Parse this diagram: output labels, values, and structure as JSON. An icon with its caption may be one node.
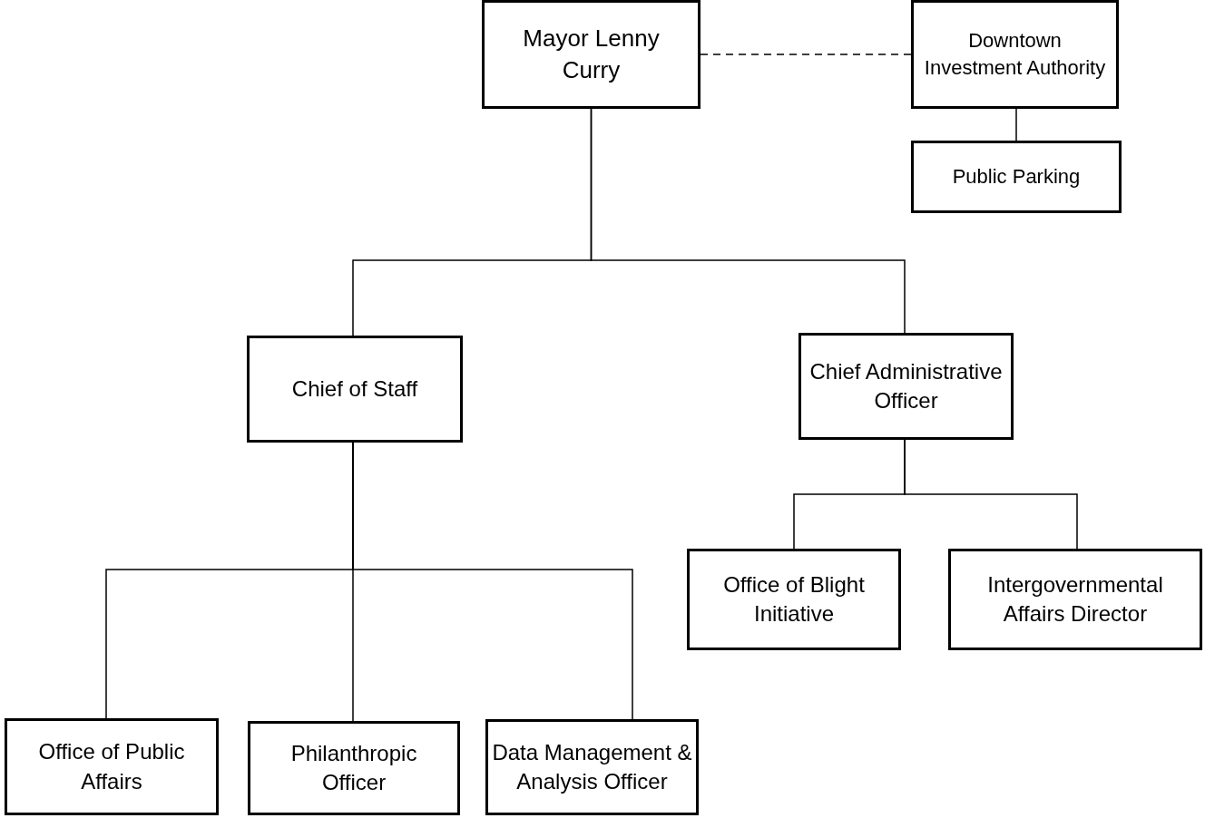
{
  "diagram": {
    "nodes": [
      {
        "text": [
          "Mayor Lenny Curry"
        ]
      },
      {
        "text": [
          "Downtown Investment Authority"
        ]
      },
      {
        "text": [
          "Public Parking"
        ]
      },
      {
        "text": [
          "Chief of Staff"
        ]
      },
      {
        "text": [
          "Chief Administrative Officer"
        ]
      },
      {
        "text": [
          "Office of Blight Initiative"
        ]
      },
      {
        "text": [
          "Intergovernmental Affairs Director"
        ]
      },
      {
        "text": [
          "Office of Public Affairs"
        ]
      },
      {
        "text": [
          "Philanthropic Officer"
        ]
      },
      {
        "text": [
          "Data Management & Analysis Officer"
        ]
      }
    ],
    "edges": [
      {
        "from": 0,
        "to": 1,
        "arrow": "none",
        "style": "dashed"
      },
      {
        "from": 1,
        "to": 2,
        "arrow": "none"
      },
      {
        "from": 0,
        "to": 3,
        "arrow": "none"
      },
      {
        "from": 0,
        "to": 4,
        "arrow": "none"
      },
      {
        "from": 3,
        "to": 7,
        "arrow": "none"
      },
      {
        "from": 3,
        "to": 8,
        "arrow": "none"
      },
      {
        "from": 3,
        "to": 9,
        "arrow": "none"
      },
      {
        "from": 4,
        "to": 5,
        "arrow": "none"
      },
      {
        "from": 4,
        "to": 6,
        "arrow": "none"
      }
    ]
  }
}
